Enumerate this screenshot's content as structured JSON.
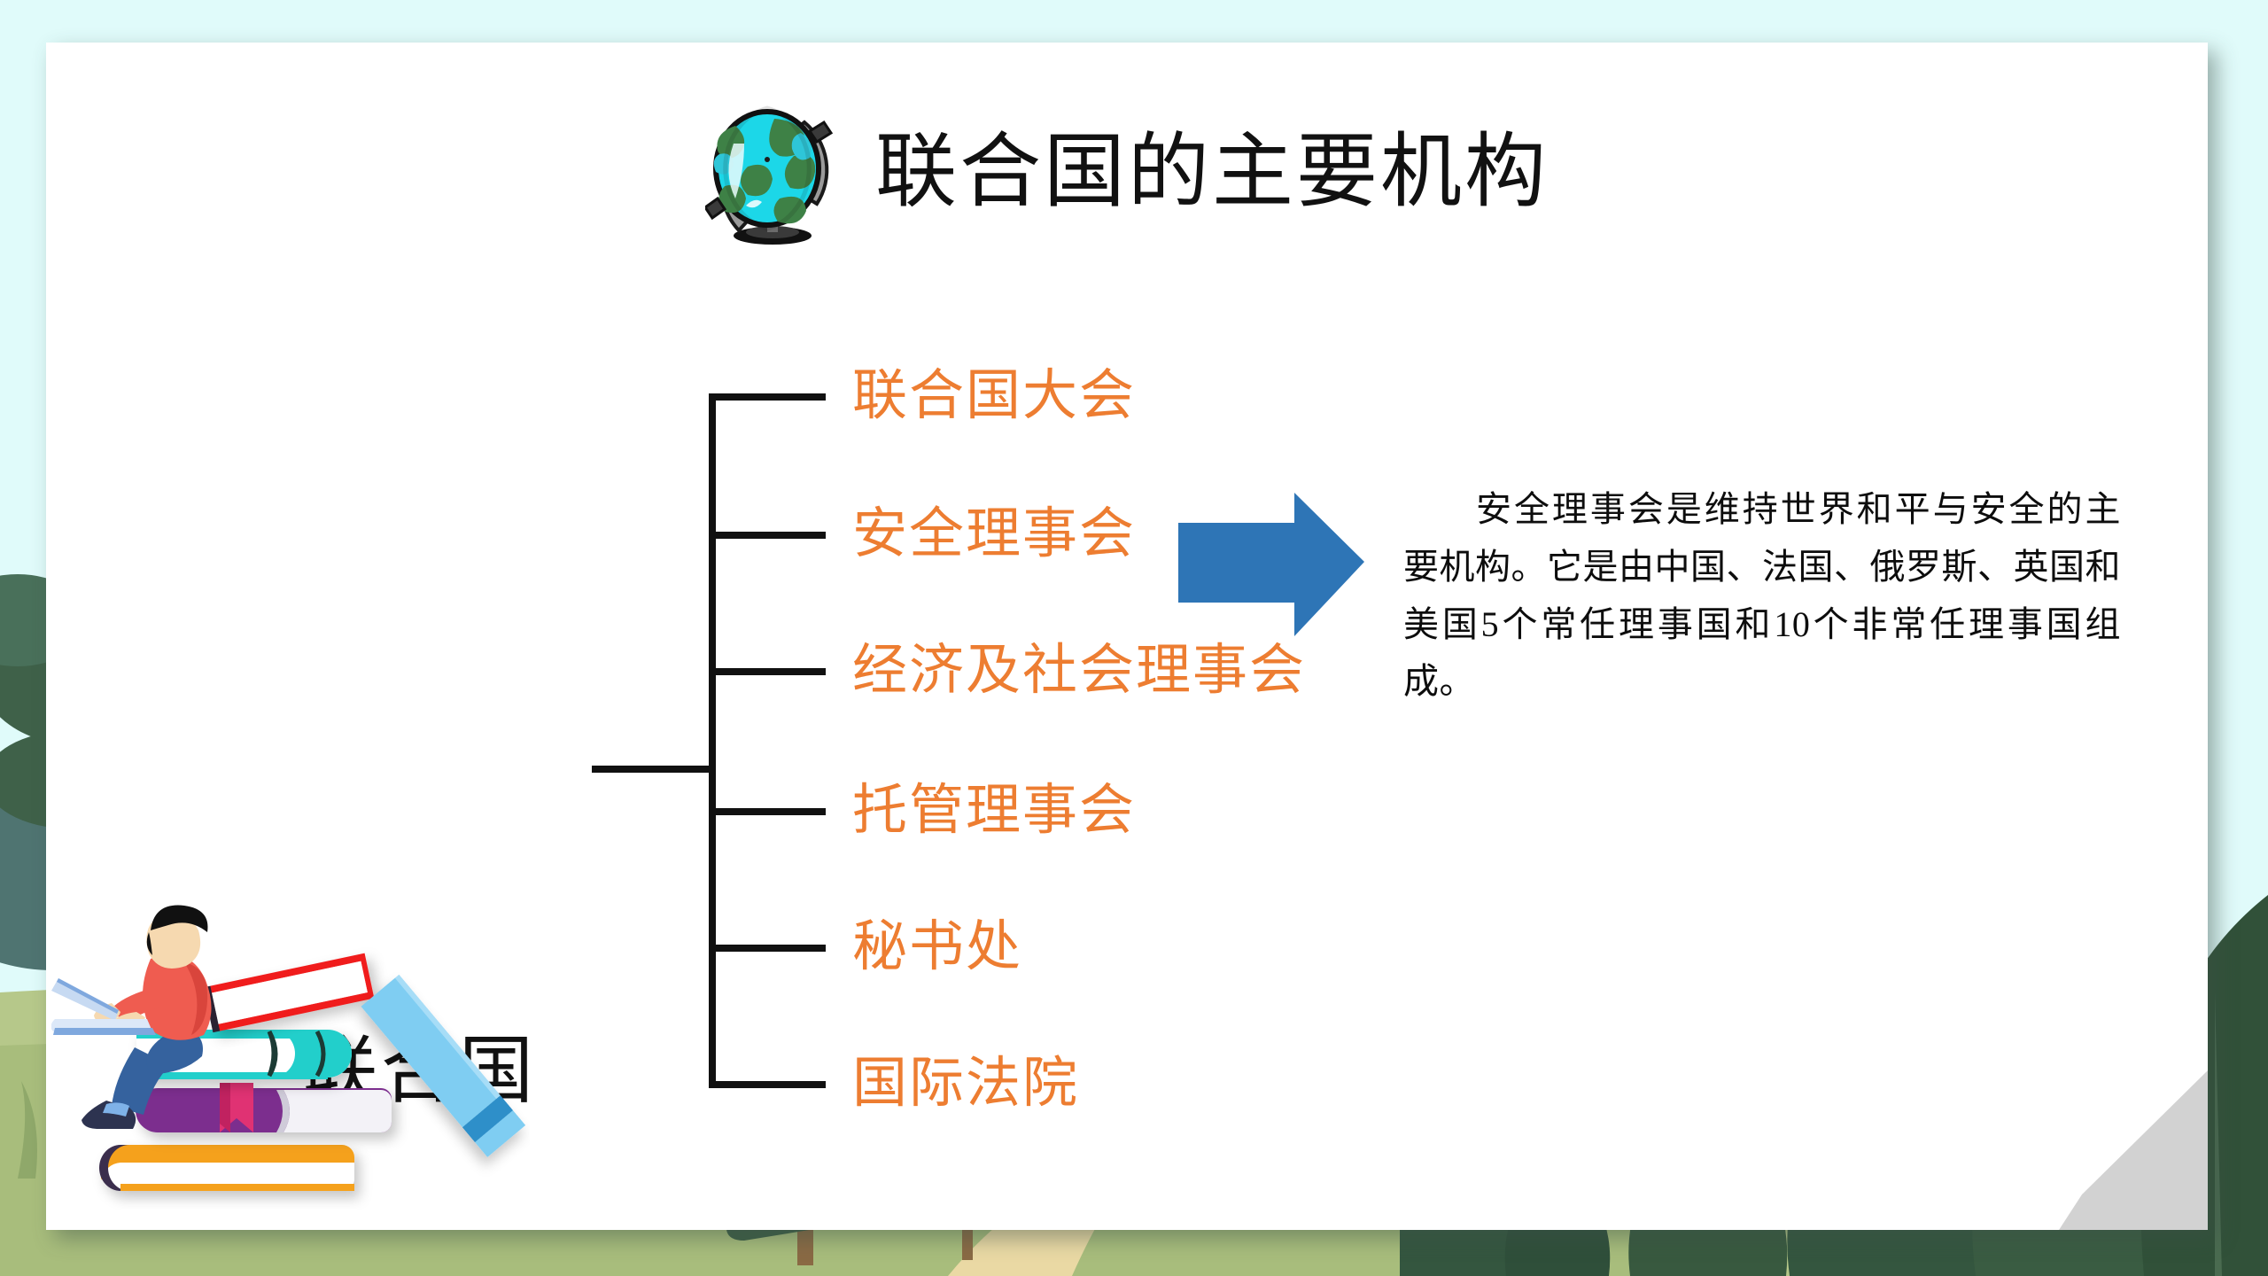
{
  "slide": {
    "title": "联合国的主要机构",
    "title_icon": "globe-icon"
  },
  "mindmap": {
    "root": "联合国",
    "branches": [
      {
        "label": "联合国大会"
      },
      {
        "label": "安全理事会"
      },
      {
        "label": "经济及社会理事会"
      },
      {
        "label": "托管理事会"
      },
      {
        "label": "秘书处"
      },
      {
        "label": "国际法院"
      }
    ]
  },
  "arrow": {
    "icon": "right-arrow-icon",
    "color": "#2E75B6",
    "points_from": "安全理事会"
  },
  "detail": {
    "text": "安全理事会是维持世界和平与安全的主要机构。它是由中国、法国、俄罗斯、英国和美国5个常任理事国和10个非常任理事国组成。"
  },
  "decorations": {
    "books_illustration": "person-reading-on-books-illustration",
    "corner_peel": "page-curl-icon",
    "background": "forest-meadow-scene"
  },
  "colors": {
    "branch_text": "#ED7D31",
    "title_text": "#111111",
    "arrow": "#2E75B6",
    "card": "#FFFFFF",
    "sky": "#E0FBFA",
    "grass": "#AFC183",
    "tree_dark": "#35543E"
  }
}
